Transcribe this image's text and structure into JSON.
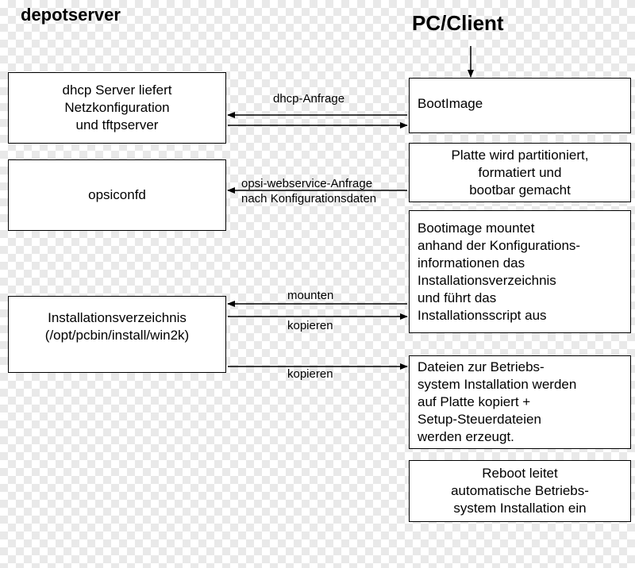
{
  "titles": {
    "left": "depotserver",
    "right": "PC/Client"
  },
  "left_boxes": {
    "dhcp": [
      "dhcp Server liefert",
      "Netzkonfiguration",
      "und tftpserver"
    ],
    "opsiconfd": [
      "opsiconfd"
    ],
    "install": [
      "Installationsverzeichnis",
      "(/opt/pcbin/install/win2k)"
    ]
  },
  "right_boxes": {
    "bootimage": [
      "BootImage"
    ],
    "platte": [
      "Platte wird partitioniert,",
      "formatiert und",
      "bootbar gemacht"
    ],
    "mount": [
      "Bootimage mountet",
      "anhand der Konfigurations-",
      "informationen das",
      "Installationsverzeichnis",
      "und führt das",
      "Installationsscript aus"
    ],
    "dateien": [
      "Dateien zur Betriebs-",
      "system Installation werden",
      "auf Platte kopiert +",
      "Setup-Steuerdateien",
      "werden erzeugt."
    ],
    "reboot": [
      "Reboot leitet",
      "automatische Betriebs-",
      "system Installation ein"
    ]
  },
  "arrow_labels": {
    "dhcp_request": "dhcp-Anfrage",
    "opsi_request_1": "opsi-webservice-Anfrage",
    "opsi_request_2": "nach Konfigurationsdaten",
    "mount": "mounten",
    "copy_1": "kopieren",
    "copy_2": "kopieren"
  }
}
